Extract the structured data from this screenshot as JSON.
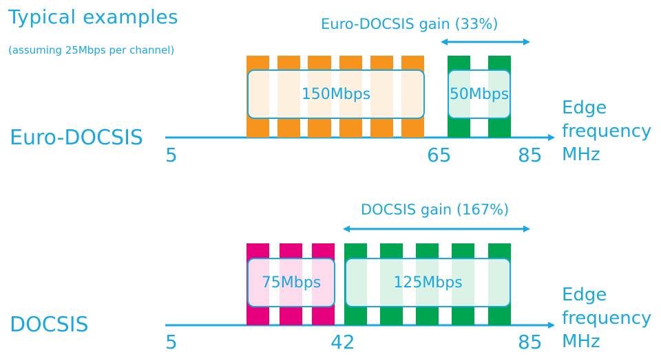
{
  "title": "Typical examples",
  "subtitle": "(assuming 25Mbps per channel)",
  "colors": {
    "accent": "#1aa7e0",
    "orange": "#f7941d",
    "green": "#00a551",
    "magenta": "#e6007e"
  },
  "axis_unit_label": [
    "Edge",
    "frequency",
    "MHz"
  ],
  "euro": {
    "label": "Euro-DOCSIS",
    "ticks": [
      "5",
      "65",
      "85"
    ],
    "gain": "Euro-DOCSIS gain (33%)",
    "box_a": "150Mbps",
    "box_b": "50Mbps"
  },
  "docsis": {
    "label": "DOCSIS",
    "ticks": [
      "5",
      "42",
      "85"
    ],
    "gain": "DOCSIS gain (167%)",
    "box_a": "75Mbps",
    "box_b": "125Mbps"
  }
}
